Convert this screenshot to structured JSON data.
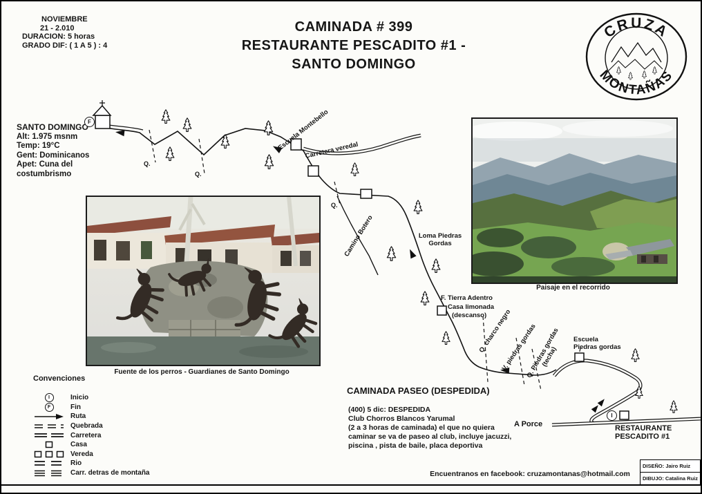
{
  "header": {
    "month": "NOVIEMBRE",
    "date": "21 - 2.010",
    "duration": "DURACION: 5 horas",
    "grade": "GRADO DIF:  ( 1 A 5 )  : 4",
    "title_line1": "CAMINADA # 399",
    "title_line2": "RESTAURANTE PESCADITO #1 -",
    "title_line3": "SANTO DOMINGO"
  },
  "logo": {
    "arc_top": "CRUZA",
    "arc_bottom": "MONTAÑAS"
  },
  "destination": {
    "name": "SANTO DOMINGO",
    "alt": "Alt: 1.975 msnm",
    "temp": "Temp: 19°C",
    "gentilicio": "Gent: Dominicanos",
    "apodo_line1": "Apet: Cuna del",
    "apodo_line2": "costumbrismo"
  },
  "markers": {
    "inicio_letter": "I",
    "fin_letter": "F"
  },
  "map_labels": {
    "q_abbrev_1": "Q.",
    "q_abbrev_2": "Q.",
    "q_abbrev_3": "Q.",
    "escuela_montebello": "Escuela Montebello",
    "carretera_veredal": "Carretera veredal",
    "camino_botero": "Camino Botero",
    "loma_piedras_line1": "Loma Piedras",
    "loma_piedras_line2": "Gordas",
    "tierra_adentro": "F. Tierra Adentro",
    "casa_limonada": "Casa limonada",
    "descanso": "(descanso)",
    "q_charco_negro": "Q. charco negro",
    "v_piedras_gordas": "V. piedras gordas",
    "q_piedras_gordas_line1": "Q. Piedras gordas",
    "q_piedras_gordas_line2": "(techa)",
    "escuela_piedras_line1": "Escuela",
    "escuela_piedras_line2": "Piedras gordas",
    "a_porce": "A Porce",
    "restaurante_line1": "RESTAURANTE",
    "restaurante_line2": "PESCADITO #1"
  },
  "photos": {
    "dogs_caption": "Fuente de los perros - Guardianes de Santo Domingo",
    "landscape_caption": "Paisaje en el recorrido"
  },
  "legend": {
    "title": "Convenciones",
    "items": [
      {
        "label": "Inicio"
      },
      {
        "label": "Fin"
      },
      {
        "label": "Ruta"
      },
      {
        "label": "Quebrada"
      },
      {
        "label": "Carretera"
      },
      {
        "label": "Casa"
      },
      {
        "label": "Vereda"
      },
      {
        "label": "Rio"
      },
      {
        "label": "Carr. detras de montaña"
      }
    ]
  },
  "paseo": {
    "title": "CAMINADA PASEO (DESPEDIDA)",
    "line1": "(400)  5 dic: DESPEDIDA",
    "line2": "Club Chorros Blancos   Yarumal",
    "line3": "(2 a 3 horas de caminada) el que no quiera",
    "line4": "caminar se va de paseo al club, incluye jacuzzi,",
    "line5": "piscina , pista de baile, placa deportiva"
  },
  "footer": {
    "facebook": "Encuentranos en facebook: cruzamontanas@hotmail.com",
    "design_credit": "DISEÑO: Jairo Ruiz",
    "drawing_credit": "DIBUJO: Catalina Ruiz"
  },
  "colors": {
    "ink": "#1a1a1a",
    "paper": "#fcfcf9"
  }
}
